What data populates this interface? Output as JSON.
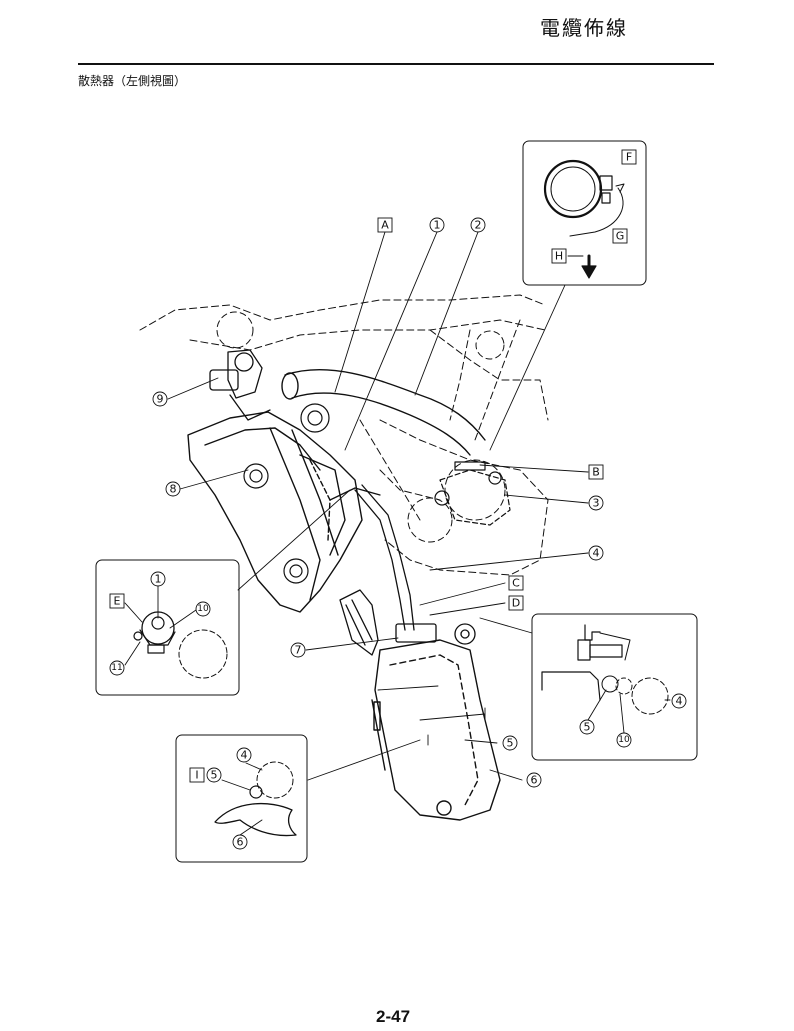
{
  "header": {
    "title": "電纜佈線"
  },
  "section": {
    "title": "散熱器（左側視圖）"
  },
  "page": {
    "number": "2-47"
  },
  "callouts": {
    "n1": "1",
    "n2": "2",
    "n3": "3",
    "n4": "4",
    "n5": "5",
    "n6": "6",
    "n7": "7",
    "n8": "8",
    "n9": "9",
    "n10": "10",
    "n11": "11"
  },
  "letters": {
    "A": "A",
    "B": "B",
    "C": "C",
    "D": "D",
    "E": "E",
    "F": "F",
    "G": "G",
    "H": "H",
    "I": "I"
  }
}
